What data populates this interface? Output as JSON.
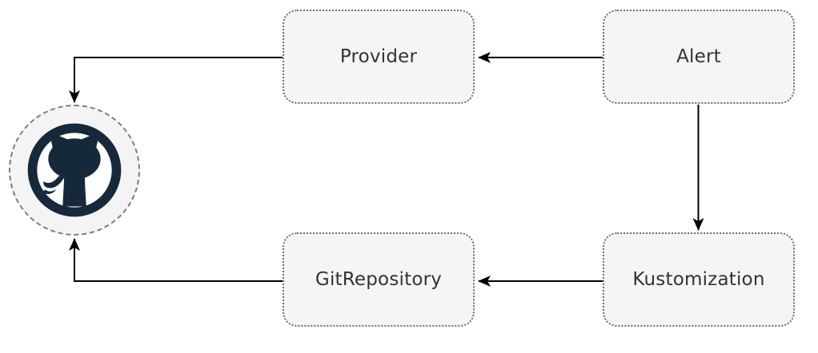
{
  "diagram": {
    "nodes": {
      "provider": {
        "label": "Provider"
      },
      "alert": {
        "label": "Alert"
      },
      "gitrepository": {
        "label": "GitRepository"
      },
      "kustomization": {
        "label": "Kustomization"
      },
      "github": {
        "icon": "github-octocat-icon"
      }
    },
    "edges": [
      {
        "from": "alert",
        "to": "provider",
        "shape": "straight-horizontal",
        "arrowhead": "filled-triangle"
      },
      {
        "from": "alert",
        "to": "kustomization",
        "shape": "straight-vertical",
        "arrowhead": "filled-triangle"
      },
      {
        "from": "kustomization",
        "to": "gitrepository",
        "shape": "straight-horizontal",
        "arrowhead": "filled-triangle"
      },
      {
        "from": "provider",
        "to": "github",
        "shape": "elbow-left-down",
        "arrowhead": "filled-triangle"
      },
      {
        "from": "gitrepository",
        "to": "github",
        "shape": "elbow-left-up",
        "arrowhead": "filled-triangle"
      }
    ],
    "colors": {
      "background": "#ffffff",
      "node_fill": "#f5f5f5",
      "node_border": "#6f6f6f",
      "node_text": "#333333",
      "arrow": "#000000",
      "icon": "#16293b",
      "icon_inner_fill": "#ffffff",
      "dashed_circle_border": "#7d7d7d",
      "dashed_circle_fill": "#f4f4f4"
    }
  }
}
